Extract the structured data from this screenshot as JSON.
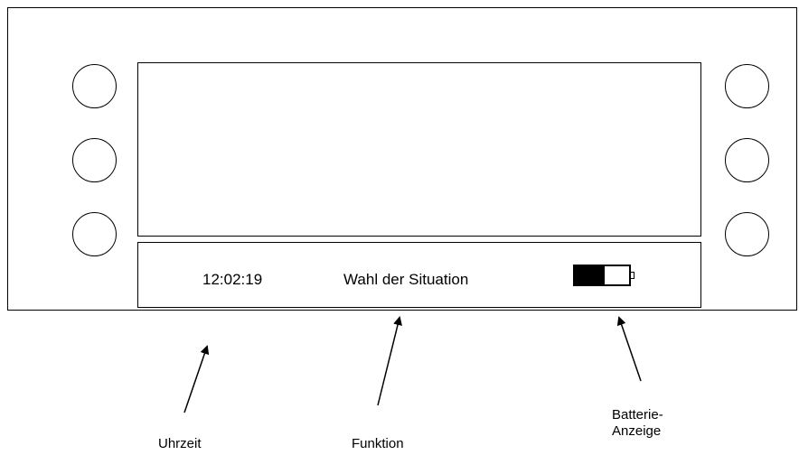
{
  "status_bar": {
    "clock": "12:02:19",
    "function": "Wahl der Situation",
    "battery_level": 0.55
  },
  "labels": {
    "clock": "Uhrzeit",
    "function": "Funktion",
    "battery_line1": "Batterie-",
    "battery_line2": "Anzeige"
  },
  "softkeys": {
    "left": [
      "",
      "",
      ""
    ],
    "right": [
      "",
      "",
      ""
    ]
  }
}
